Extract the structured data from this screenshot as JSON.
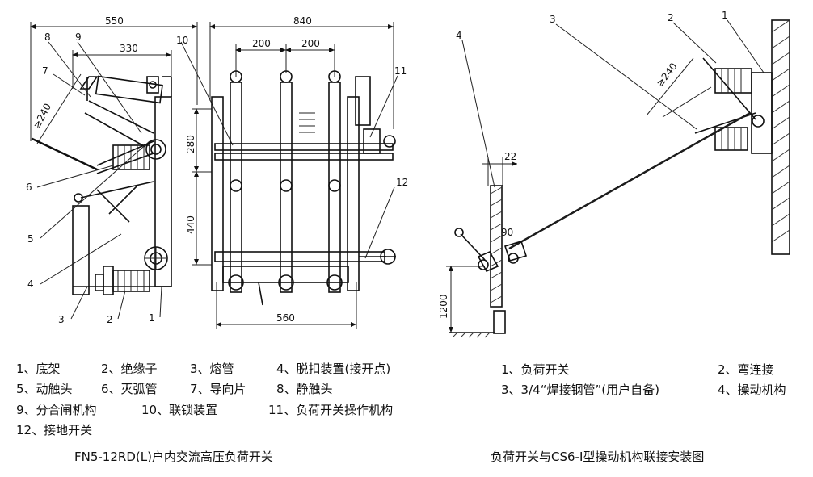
{
  "left_figure": {
    "dims": {
      "d550": "550",
      "d330": "330",
      "d840": "840",
      "d200a": "200",
      "d200b": "200",
      "d280": "280",
      "d440": "440",
      "d560": "560",
      "d240": "≥240"
    },
    "callouts": [
      "1",
      "2",
      "3",
      "4",
      "5",
      "6",
      "7",
      "8",
      "9",
      "10",
      "11",
      "12"
    ],
    "legend": [
      [
        "1、底架",
        "2、绝缘子",
        "3、熔管",
        "4、脱扣装置(接开点)"
      ],
      [
        "5、动触头",
        "6、灭弧管",
        "7、导向片",
        "8、静触头"
      ],
      [
        "9、分合闸机构",
        "10、联锁装置",
        "11、负荷开关操作机构"
      ],
      [
        "12、接地开关"
      ]
    ],
    "caption": "FN5-12RD(L)户内交流高压负荷开关"
  },
  "right_figure": {
    "dims": {
      "d22": "22",
      "d90": "90",
      "d1200": "1200",
      "d240": "≥240"
    },
    "callouts": [
      "1",
      "2",
      "3",
      "4"
    ],
    "legend": [
      [
        "1、负荷开关",
        "2、弯连接"
      ],
      [
        "3、3/4“焊接钢管”(用户自备)",
        "4、操动机构"
      ]
    ],
    "caption": "负荷开关与CS6-Ⅰ型操动机构联接安装图"
  }
}
